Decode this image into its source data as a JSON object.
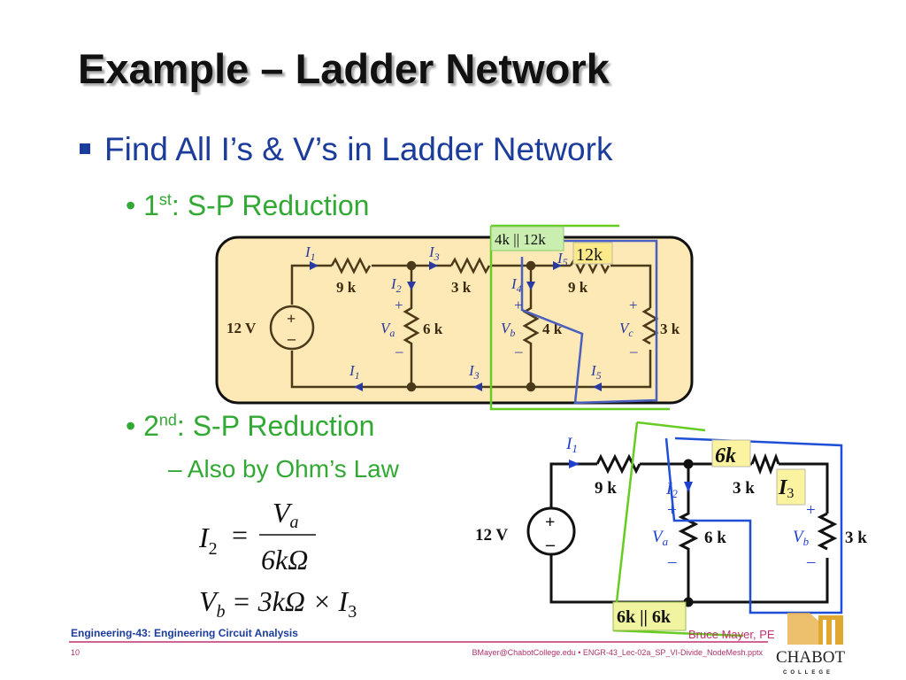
{
  "title": "Example – Ladder Network",
  "bullet": "Find All I’s & V’s in Ladder Network",
  "sub1": {
    "ord": "1",
    "sup": "st",
    "text": ": S-P Reduction"
  },
  "sub2": {
    "ord": "2",
    "sup": "nd",
    "text": ": S-P Reduction"
  },
  "sub3": "– Also by Ohm’s Law",
  "circuit1": {
    "source": "12 V",
    "r1": "9 k",
    "r2": "3 k",
    "r3": "9 k",
    "r_va": "6 k",
    "r_vb": "4 k",
    "r_vc": "3 k",
    "i1": "I",
    "i1s": "1",
    "i2": "I",
    "i2s": "2",
    "i3": "I",
    "i3s": "3",
    "i4": "I",
    "i4s": "4",
    "i5": "I",
    "i5s": "5",
    "va": "V",
    "vas": "a",
    "vb": "V",
    "vbs": "b",
    "vc": "V",
    "vcs": "c",
    "plus": "+",
    "minus": "–",
    "annot_parallel": "4k || 12k",
    "annot_series": "12k"
  },
  "circuit2": {
    "source": "12 V",
    "r1": "9 k",
    "r2": "3 k",
    "r_va": "6 k",
    "r_vb": "3 k",
    "i1": "I",
    "i1s": "1",
    "i2": "I",
    "i2s": "2",
    "va": "V",
    "vas": "a",
    "vb": "V",
    "vbs": "b",
    "plus": "+",
    "minus": "–",
    "annot_series": "6k",
    "annot_i3": "I",
    "annot_i3s": "3",
    "annot_parallel": "6k || 6k"
  },
  "equations": {
    "eq1_lhs": "I",
    "eq1_lhs_sub": "2",
    "eq1_num": "V",
    "eq1_num_sub": "a",
    "eq1_den": "6kΩ",
    "eq2_lhs": "V",
    "eq2_lhs_sub": "b",
    "eq2_rhs": "= 3kΩ × I",
    "eq2_rhs_sub": "3",
    "eq": "="
  },
  "footer": {
    "course": "Engineering-43: Engineering Circuit Analysis",
    "page": "10",
    "author": "Bruce Mayer, PE",
    "info": "BMayer@ChabotCollege.edu  • ENGR-43_Lec-02a_SP_VI-Divide_NodeMesh.pptx",
    "logo_text": "CHABOT",
    "logo_sub": "COLLEGE"
  },
  "colors": {
    "title": "#111111",
    "bullet": "#1c3c9c",
    "sub": "#33a935",
    "footer_line": "#c0306f",
    "circuit_bg": "#fde9b5",
    "wire": "#4a3a1a",
    "annot_green": "#66cc22",
    "annot_blue": "#1f4fd6"
  }
}
